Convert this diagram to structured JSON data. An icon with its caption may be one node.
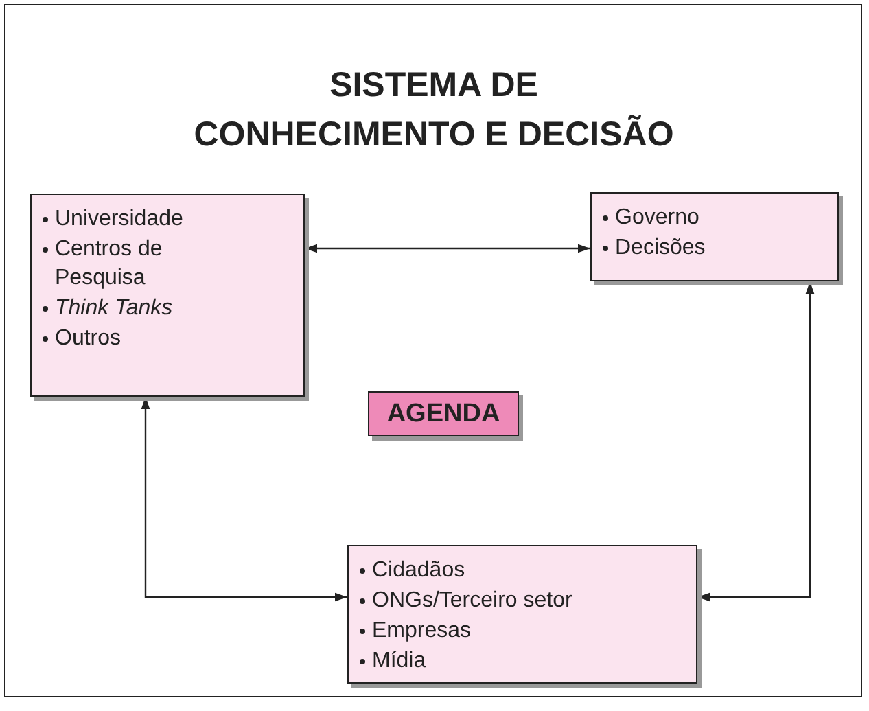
{
  "diagram": {
    "title": "SISTEMA DE CONHECIMENTO E DECISÃO",
    "nodes": [
      {
        "text": [
          "Universidade",
          "Centros de Pesquisa",
          "*Think Tanks*",
          "Outros"
        ]
      },
      {
        "text": [
          "Governo",
          "Decisões"
        ]
      },
      {
        "text": [
          "AGENDA"
        ]
      },
      {
        "text": [
          "Cidadãos",
          "ONGs/Terceiro setor",
          "Empresas",
          "Mídia"
        ]
      }
    ],
    "edges": [
      {
        "from": 0,
        "to": 1,
        "arrow": "both"
      },
      {
        "from": 0,
        "to": 3,
        "arrow": "both"
      },
      {
        "from": 1,
        "to": 3,
        "arrow": "both"
      }
    ]
  }
}
